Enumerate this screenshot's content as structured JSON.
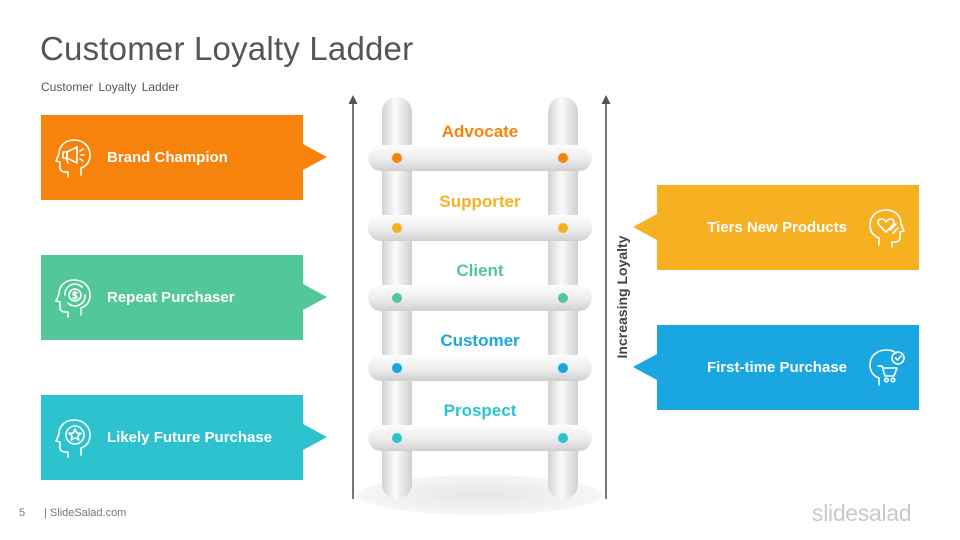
{
  "title": "Customer Loyalty Ladder",
  "subtitle": "Customer  Loyalty Ladder",
  "left_boxes": [
    {
      "label": "Brand Champion",
      "color": "#F7830D",
      "icon": "megaphone-head-icon"
    },
    {
      "label": "Repeat Purchaser",
      "color": "#52C79A",
      "icon": "dollar-cycle-head-icon"
    },
    {
      "label": "Likely Future Purchase",
      "color": "#2CC3CF",
      "icon": "star-head-icon"
    }
  ],
  "right_boxes": [
    {
      "label": "Tiers New Products",
      "color": "#F8B023",
      "icon": "heart-hand-head-icon"
    },
    {
      "label": "First-time Purchase",
      "color": "#1AA6E0",
      "icon": "cart-head-icon"
    }
  ],
  "rungs": [
    {
      "label": "Advocate",
      "color": "#F7830D"
    },
    {
      "label": "Supporter",
      "color": "#F8B023"
    },
    {
      "label": "Client",
      "color": "#52C79A"
    },
    {
      "label": "Customer",
      "color": "#1AA6E0"
    },
    {
      "label": "Prospect",
      "color": "#2CC3CF"
    }
  ],
  "axis_label": "Increasing Loyalty",
  "footer": {
    "page_number": "5",
    "site": "| SlideSalad.com",
    "logo": "slidesalad"
  }
}
